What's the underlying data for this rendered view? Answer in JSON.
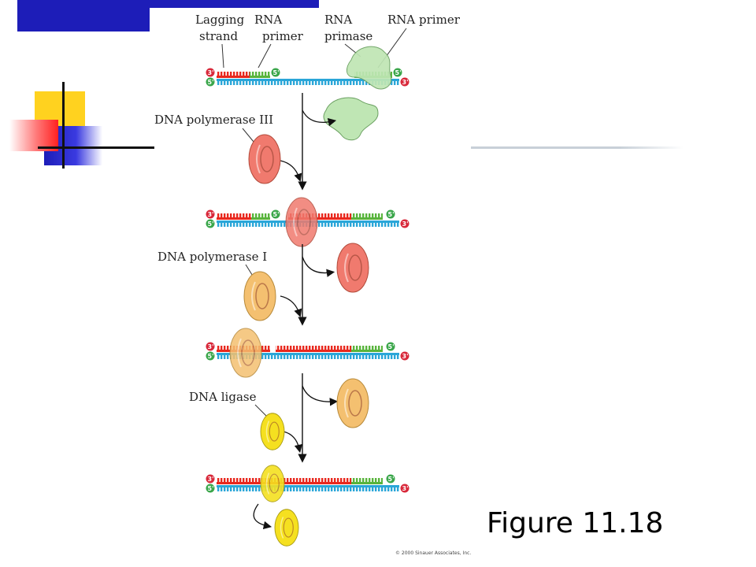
{
  "labels": {
    "lagging_strand": [
      "Lagging",
      "strand"
    ],
    "rna_primer_left": [
      "RNA",
      "primer"
    ],
    "rna_primase": [
      "RNA",
      "primase"
    ],
    "rna_primer_right": "RNA primer",
    "dna_pol_iii": "DNA polymerase III",
    "dna_pol_i": "DNA polymerase I",
    "dna_ligase": "DNA ligase",
    "three_prime": "3'",
    "five_prime": "5'"
  },
  "caption": "Figure 11.18",
  "copyright": "© 2000 Sinauer Associates, Inc.",
  "colors": {
    "template": "#2aa6d8",
    "new_dna": "#e8281e",
    "rna_primer": "#58b43c",
    "primase": "#bfe6b4",
    "pol_iii": "#f07a6e",
    "pol_i": "#f4c070",
    "ligase": "#f5e020",
    "three_end": "#d8283a",
    "five_end": "#3aa64a"
  },
  "icons": [
    "primase-blob-icon",
    "polymerase-iii-ring-icon",
    "polymerase-i-ring-icon",
    "ligase-ring-icon",
    "down-arrow-icon",
    "release-arrow-icon"
  ]
}
